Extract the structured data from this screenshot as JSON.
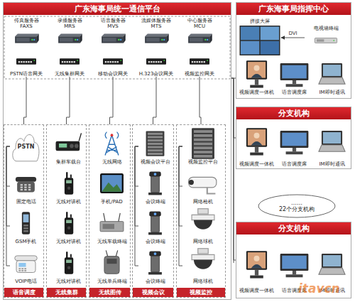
{
  "diagram": {
    "nodes": [
      {
        "text": [
          "广东海事局统一通信平台"
        ]
      },
      {
        "text": [
          "传真服务器 FAXS"
        ],
        "in": 0
      },
      {
        "text": [
          "录播服务器 MRS"
        ],
        "in": 0
      },
      {
        "text": [
          "语音服务器 MVS"
        ],
        "in": 0
      },
      {
        "text": [
          "流媒体服务器 MTS"
        ],
        "in": 0
      },
      {
        "text": [
          "中心服务器 MCU"
        ],
        "in": 0
      },
      {
        "text": [
          "PSTN语音网关"
        ],
        "in": 0
      },
      {
        "text": [
          "无线集群网关"
        ],
        "in": 0
      },
      {
        "text": [
          "移动会议网关"
        ],
        "in": 0
      },
      {
        "text": [
          "H.323会议网关"
        ],
        "in": 0
      },
      {
        "text": [
          "视频监控网关"
        ],
        "in": 0
      },
      {
        "text": [
          "语音调度"
        ],
        "in": 0
      },
      {
        "text": [
          "PSTN"
        ],
        "in": 11
      },
      {
        "text": [
          "固定电话"
        ],
        "in": 11
      },
      {
        "text": [
          "GSM手机"
        ],
        "in": 11
      },
      {
        "text": [
          "VOIP电话"
        ],
        "in": 11
      },
      {
        "text": [
          "无线集群"
        ],
        "in": 0
      },
      {
        "text": [
          "集群车载台"
        ],
        "in": 16
      },
      {
        "text": [
          "无线对讲机"
        ],
        "in": 16
      },
      {
        "text": [
          "无线对讲机"
        ],
        "in": 16
      },
      {
        "text": [
          "无线对讲机"
        ],
        "in": 16
      },
      {
        "text": [
          "无线图传"
        ],
        "in": 0
      },
      {
        "text": [
          "无线网络"
        ],
        "in": 21
      },
      {
        "text": [
          "手机/PAD"
        ],
        "in": 21
      },
      {
        "text": [
          "无线车载终端"
        ],
        "in": 21
      },
      {
        "text": [
          "无线单兵终端"
        ],
        "in": 21
      },
      {
        "text": [
          "视频会议"
        ],
        "in": 0
      },
      {
        "text": [
          "视频会议平台"
        ],
        "in": 26
      },
      {
        "text": [
          "会议终端"
        ],
        "in": 26
      },
      {
        "text": [
          "会议终端"
        ],
        "in": 26
      },
      {
        "text": [
          "会议终端"
        ],
        "in": 26
      },
      {
        "text": [
          "视频监控"
        ],
        "in": 0
      },
      {
        "text": [
          "视频监控平台"
        ],
        "in": 31
      },
      {
        "text": [
          "网络枪机"
        ],
        "in": 31
      },
      {
        "text": [
          "网络球机"
        ],
        "in": 31
      },
      {
        "text": [
          "网络球机"
        ],
        "in": 31
      },
      {
        "text": [
          "广东海事局指挥中心"
        ]
      },
      {
        "text": [
          "拼接大屏"
        ],
        "in": 36
      },
      {
        "text": [
          "电视墙终端"
        ],
        "in": 36
      },
      {
        "text": [
          "视频调度一体机"
        ],
        "in": 36
      },
      {
        "text": [
          "语音调度席"
        ],
        "in": 36
      },
      {
        "text": [
          "IM即时通讯"
        ],
        "in": 36
      },
      {
        "text": [
          "分支机构"
        ]
      },
      {
        "text": [
          "视频调度一体机"
        ],
        "in": 42
      },
      {
        "text": [
          "语音调度席"
        ],
        "in": 42
      },
      {
        "text": [
          "IM即时通讯"
        ],
        "in": 42
      },
      {
        "text": [
          "…… 22个分支机构"
        ]
      },
      {
        "text": [
          "分支机构"
        ]
      },
      {
        "text": [
          "视频调度一体机"
        ],
        "in": 47
      },
      {
        "text": [
          "语音调度席"
        ],
        "in": 47
      },
      {
        "text": [
          "IM即时通讯"
        ],
        "in": 47
      }
    ],
    "edges": [
      {
        "from": 6,
        "to": 11,
        "arrow": "none"
      },
      {
        "from": 7,
        "to": 16,
        "arrow": "none"
      },
      {
        "from": 8,
        "to": 21,
        "arrow": "none"
      },
      {
        "from": 9,
        "to": 26,
        "arrow": "none"
      },
      {
        "from": 10,
        "to": 31,
        "arrow": "none"
      },
      {
        "from": 12,
        "to": 13,
        "arrow": "none"
      },
      {
        "from": 12,
        "to": 14,
        "arrow": "none"
      },
      {
        "from": 12,
        "to": 15,
        "arrow": "none"
      },
      {
        "from": 27,
        "to": 28,
        "arrow": "none"
      },
      {
        "from": 27,
        "to": 29,
        "arrow": "none"
      },
      {
        "from": 27,
        "to": 30,
        "arrow": "none"
      },
      {
        "from": 32,
        "to": 33,
        "arrow": "none"
      },
      {
        "from": 32,
        "to": 34,
        "arrow": "none"
      },
      {
        "from": 32,
        "to": 35,
        "arrow": "none"
      },
      {
        "from": 38,
        "to": 37,
        "label": "DVI",
        "arrow": "to"
      },
      {
        "from": 0,
        "to": 36,
        "arrow": "none"
      },
      {
        "from": 0,
        "to": 42,
        "arrow": "none"
      },
      {
        "from": 0,
        "to": 47,
        "arrow": "none"
      }
    ],
    "labels": [
      "itavcn"
    ]
  }
}
